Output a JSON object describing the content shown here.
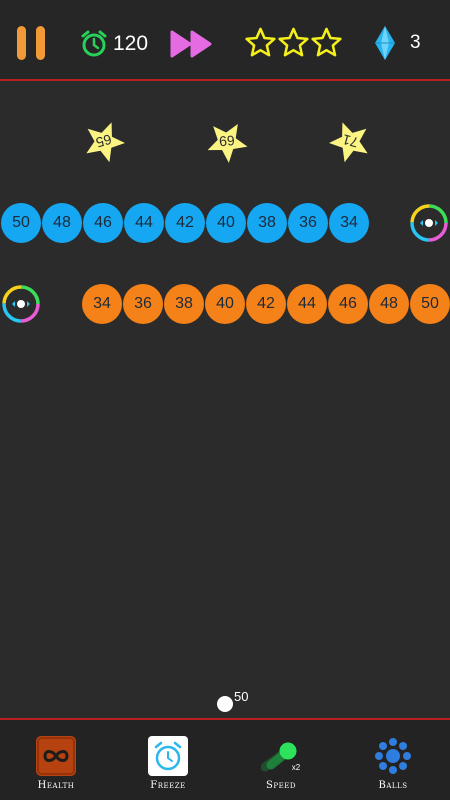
{
  "hud": {
    "timer": "120",
    "stars_earned": 3,
    "gems": "3"
  },
  "colors": {
    "pause": "#f39a38",
    "timer": "#27d15a",
    "fast_forward": "#e56be3",
    "star_outline": "#f5f01c",
    "gem": "#27b4ee",
    "blue_ball": "#16a7f2",
    "orange_ball": "#f58219",
    "star_target": "#fbf483",
    "divider": "#b81f1f"
  },
  "star_targets": [
    {
      "value": "65",
      "rotation": 165
    },
    {
      "value": "69",
      "rotation": 175
    },
    {
      "value": "71",
      "rotation": 195
    }
  ],
  "rows": {
    "blue": [
      "50",
      "48",
      "46",
      "44",
      "42",
      "40",
      "38",
      "36",
      "34"
    ],
    "orange": [
      "34",
      "36",
      "38",
      "40",
      "42",
      "44",
      "46",
      "48",
      "50"
    ]
  },
  "shooter": {
    "ball_count": "50"
  },
  "powerups": [
    {
      "name": "health",
      "label": "Health",
      "icon": "infinity-icon"
    },
    {
      "name": "freeze",
      "label": "Freeze",
      "icon": "clock-icon"
    },
    {
      "name": "speed",
      "label": "Speed",
      "icon": "speed-ball-icon",
      "badge": "x2"
    },
    {
      "name": "balls",
      "label": "Balls",
      "icon": "balls-cluster-icon"
    }
  ]
}
